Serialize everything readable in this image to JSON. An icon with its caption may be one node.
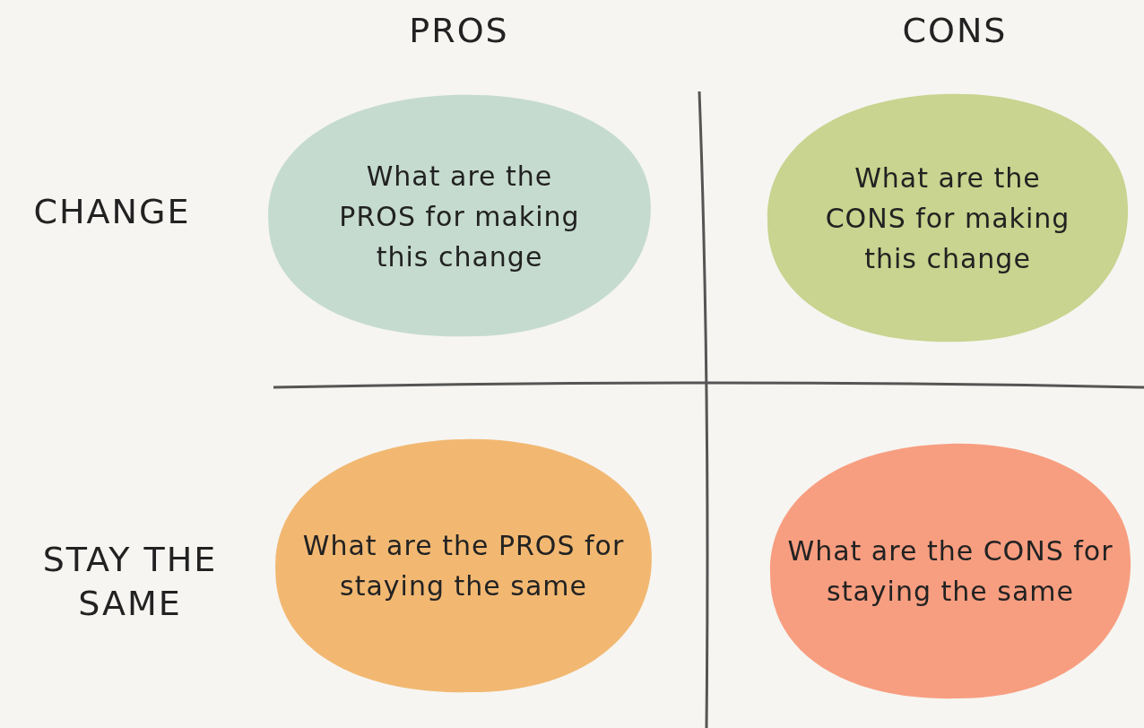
{
  "diagram": {
    "nodes": [
      {
        "text": [
          "What are the PROS for making this change"
        ]
      },
      {
        "text": [
          "What are the CONS for making this change"
        ]
      },
      {
        "text": [
          "What are the PROS for staying the same"
        ]
      },
      {
        "text": [
          "What are the CONS for staying the same"
        ]
      }
    ],
    "labels": [
      "PROS",
      "CONS",
      "CHANGE",
      "STAY THE SAME"
    ]
  }
}
